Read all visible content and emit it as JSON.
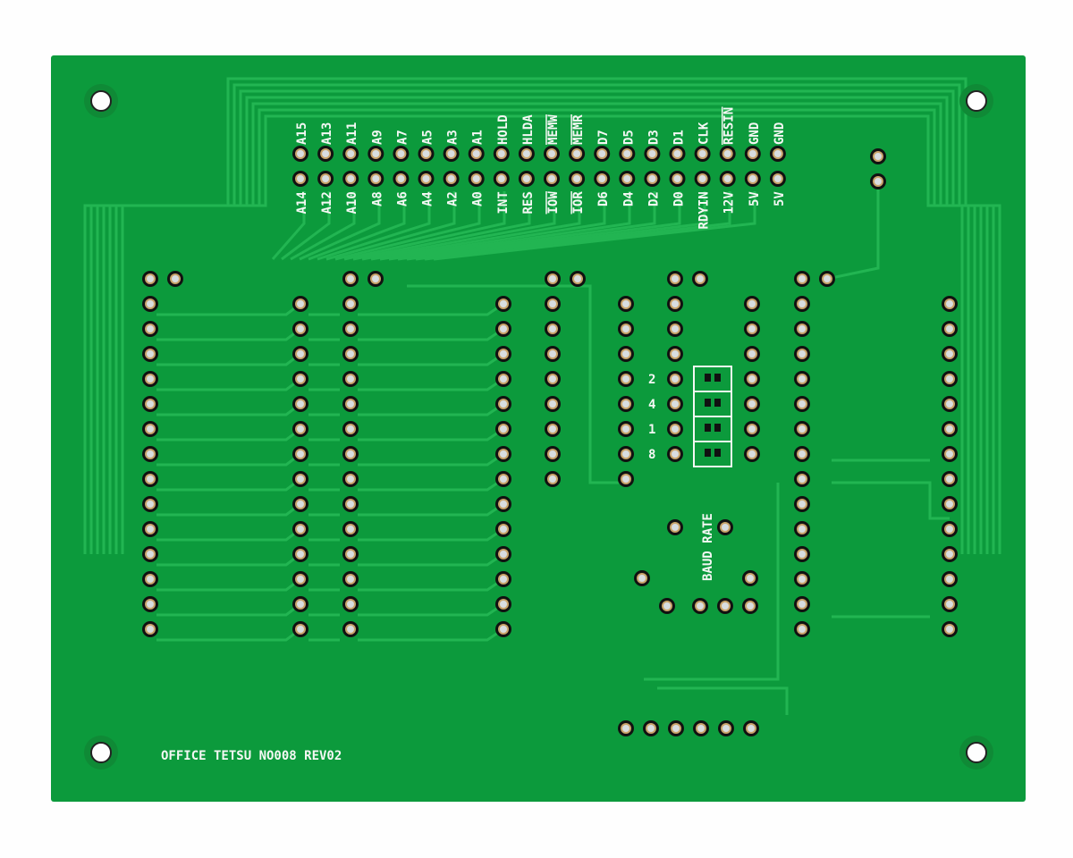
{
  "board": {
    "colors": {
      "substrate": "#0c9a3c",
      "trace": "#1fb04c",
      "silkscreen": "#f4f8f4",
      "pad": "#c9a46a",
      "hole": "#d8dde0"
    },
    "header_top_labels": [
      "A15",
      "A13",
      "A11",
      "A9",
      "A7",
      "A5",
      "A3",
      "A1",
      "HOLD",
      "HLDA",
      "MEMW",
      "MEMR",
      "D7",
      "D5",
      "D3",
      "D1",
      "CLK",
      "RESIN",
      "GND",
      "GND"
    ],
    "header_bottom_labels": [
      "A14",
      "A12",
      "A10",
      "A8",
      "A6",
      "A4",
      "A2",
      "A0",
      "INT",
      "RES",
      "IOW",
      "IOR",
      "D6",
      "D4",
      "D2",
      "D0",
      "RDYIN",
      "12V",
      "5V",
      "5V"
    ],
    "baud_values": [
      "2",
      "4",
      "1",
      "8"
    ],
    "baud_label": "BAUD RATE",
    "footer_text": "OFFICE TETSU NO008 REV02"
  }
}
